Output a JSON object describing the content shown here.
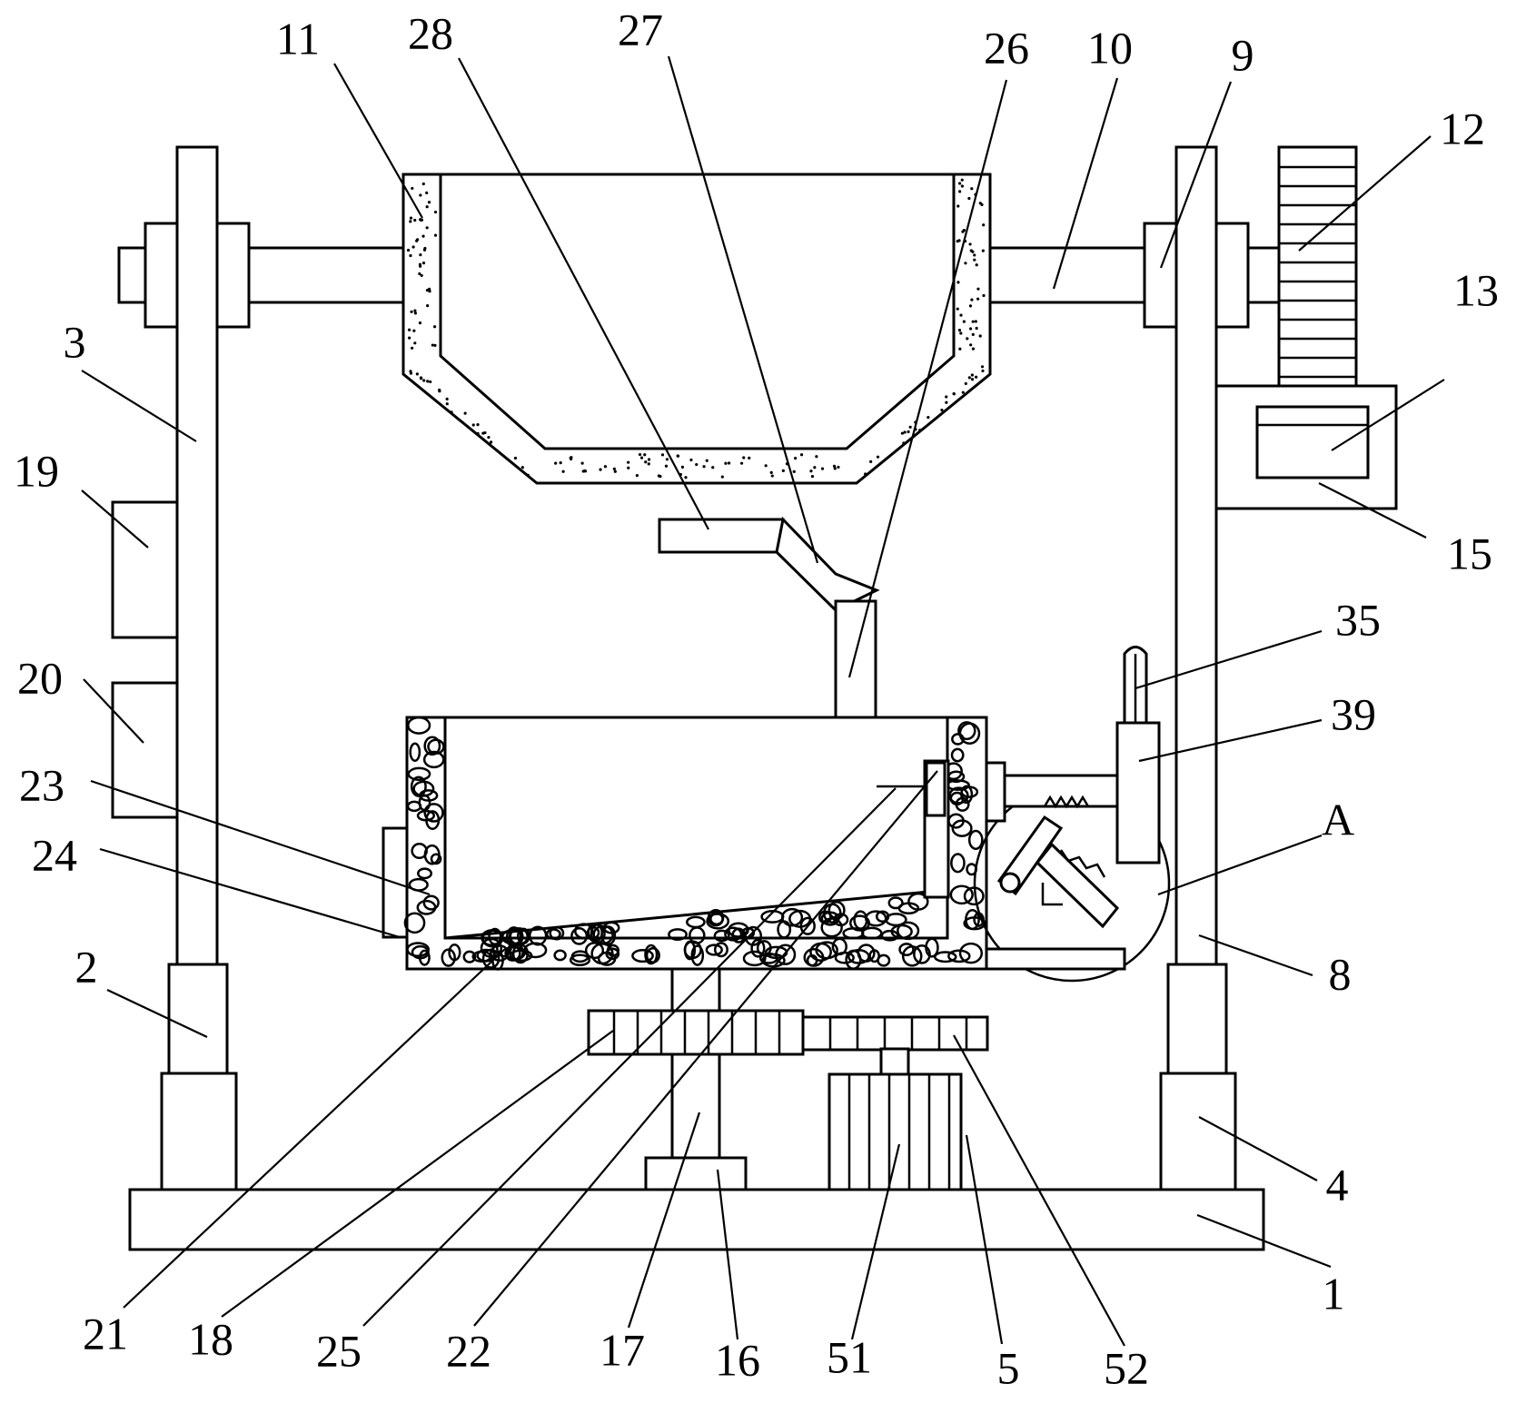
{
  "figure": {
    "labels": [
      {
        "id": "1",
        "text": "1"
      },
      {
        "id": "2",
        "text": "2"
      },
      {
        "id": "3",
        "text": "3"
      },
      {
        "id": "4",
        "text": "4"
      },
      {
        "id": "5",
        "text": "5"
      },
      {
        "id": "8",
        "text": "8"
      },
      {
        "id": "9",
        "text": "9"
      },
      {
        "id": "10",
        "text": "10"
      },
      {
        "id": "11",
        "text": "11"
      },
      {
        "id": "12",
        "text": "12"
      },
      {
        "id": "13",
        "text": "13"
      },
      {
        "id": "15",
        "text": "15"
      },
      {
        "id": "16",
        "text": "16"
      },
      {
        "id": "17",
        "text": "17"
      },
      {
        "id": "18",
        "text": "18"
      },
      {
        "id": "19",
        "text": "19"
      },
      {
        "id": "20",
        "text": "20"
      },
      {
        "id": "21",
        "text": "21"
      },
      {
        "id": "22",
        "text": "22"
      },
      {
        "id": "23",
        "text": "23"
      },
      {
        "id": "24",
        "text": "24"
      },
      {
        "id": "25",
        "text": "25"
      },
      {
        "id": "26",
        "text": "26"
      },
      {
        "id": "27",
        "text": "27"
      },
      {
        "id": "28",
        "text": "28"
      },
      {
        "id": "35",
        "text": "35"
      },
      {
        "id": "39",
        "text": "39"
      },
      {
        "id": "51",
        "text": "51"
      },
      {
        "id": "52",
        "text": "52"
      },
      {
        "id": "A",
        "text": "A"
      }
    ],
    "colors": {
      "line": "#000000",
      "background": "#ffffff"
    }
  }
}
